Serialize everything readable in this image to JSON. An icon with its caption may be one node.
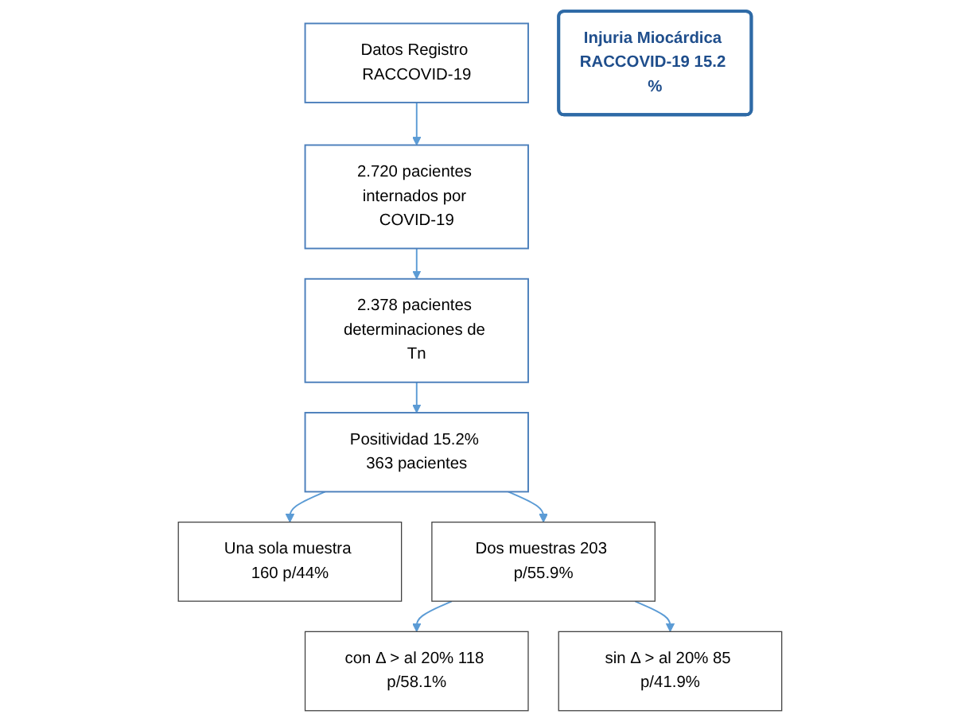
{
  "diagram": {
    "nodes": [
      {
        "text": [
          "Datos Registro RACCOVID-19"
        ]
      },
      {
        "text": [
          "2.720 pacientes internados por COVID-19"
        ]
      },
      {
        "text": [
          "2.378 pacientes determinaciones de Tn"
        ]
      },
      {
        "text": [
          "Positividad 15.2% 363 pacientes"
        ]
      },
      {
        "text": [
          "Una sola muestra 160 p/44%"
        ]
      },
      {
        "text": [
          "Dos muestras 203 p/55.9%"
        ]
      },
      {
        "text": [
          "con Δ > al 20% 118 p/58.1%"
        ]
      },
      {
        "text": [
          "sin Δ > al 20% 85 p/41.9%"
        ]
      },
      {
        "text": [
          "Injuria Miocárdica RACCOVID-19 15.2 %"
        ]
      }
    ],
    "edges": [
      {
        "from": 0,
        "to": 1,
        "arrow": "to"
      },
      {
        "from": 1,
        "to": 2,
        "arrow": "to"
      },
      {
        "from": 2,
        "to": 3,
        "arrow": "to"
      },
      {
        "from": 3,
        "to": 4,
        "arrow": "to"
      },
      {
        "from": 3,
        "to": 5,
        "arrow": "to"
      },
      {
        "from": 5,
        "to": 6,
        "arrow": "to"
      },
      {
        "from": 5,
        "to": 7,
        "arrow": "to"
      }
    ]
  }
}
